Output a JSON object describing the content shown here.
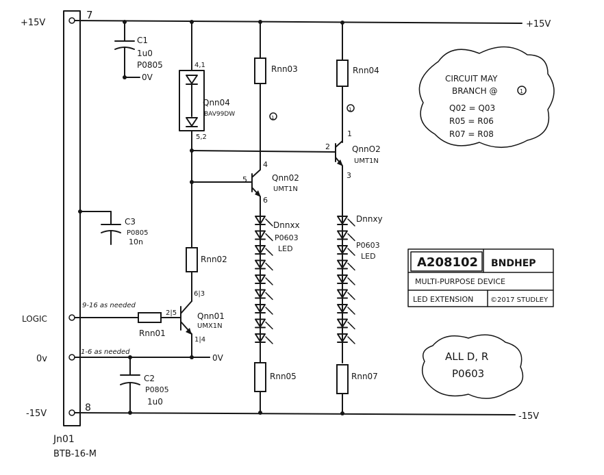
{
  "rails": {
    "top_left": "+15V",
    "top_right": "+15V",
    "bottom_left": "-15V",
    "bottom_right": "-15V",
    "logic": "LOGIC",
    "zero": "0v"
  },
  "connector": {
    "pin_top": "7",
    "pin_bottom": "8",
    "ref": "Jn01",
    "part": "BTB-16-M",
    "note_logic": "9-16 as needed",
    "note_zero": "1-6 as needed"
  },
  "c1": {
    "ref": "C1",
    "value": "1u0",
    "pkg": "P0805",
    "gnd": "0V"
  },
  "c3": {
    "ref": "C3",
    "pkg": "P0805",
    "value": "10n"
  },
  "c2": {
    "ref": "C2",
    "pkg": "P0805",
    "value": "1u0"
  },
  "q04": {
    "ref": "Qnn04",
    "part": "BAV99DW",
    "pin_top": "4,1",
    "pin_bottom": "5,2"
  },
  "r02": {
    "ref": "Rnn02"
  },
  "r01": {
    "ref": "Rnn01"
  },
  "q01": {
    "ref": "Qnn01",
    "part": "UMX1N",
    "pin_c": "6|3",
    "pin_b": "2|5",
    "pin_e": "1|4",
    "zero": "0V"
  },
  "ch1": {
    "r_top": "Rnn03",
    "branch": "1",
    "q_ref": "Qnn02",
    "q_part": "UMT1N",
    "pin_c": "4",
    "pin_b": "5",
    "pin_e": "6",
    "d_ref": "Dnnxx",
    "d_pkg": "P0603",
    "d_type": "LED",
    "r_bot": "Rnn05"
  },
  "ch2": {
    "r_top": "Rnn04",
    "branch": "1",
    "q_ref": "QnnO2",
    "q_part": "UMT1N",
    "pin_c": "1",
    "pin_b": "2",
    "pin_e": "3",
    "d_ref": "Dnnxy",
    "d_pkg": "P0603",
    "d_type": "LED",
    "r_bot": "Rnn07"
  },
  "cloud1": {
    "line1": "CIRCUIT MAY",
    "line2": "BRANCH @",
    "mark": "1",
    "eq1": "Q02 = Q03",
    "eq2": "R05 = R06",
    "eq3": "R07 = R08"
  },
  "cloud2": {
    "line1": "ALL D, R",
    "line2": "P0603"
  },
  "title_block": {
    "number": "A208102",
    "code": "BNDHEP",
    "name": "MULTI-PURPOSE DEVICE",
    "sheet": "LED EXTENSION",
    "copyright": "©2017 STUDLEY"
  }
}
